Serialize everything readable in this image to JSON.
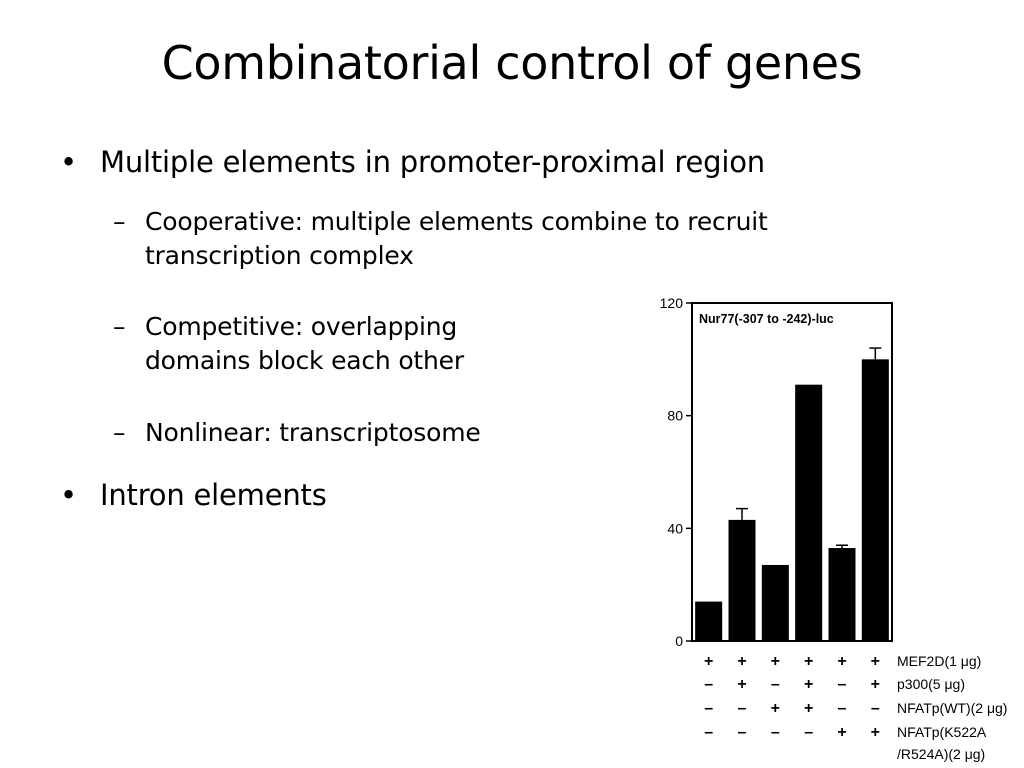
{
  "slide": {
    "title": "Combinatorial control of genes",
    "bullets": [
      {
        "text": "Multiple elements in promoter-proximal region",
        "sub": [
          {
            "lines": [
              "Cooperative: multiple elements combine to recruit",
              "transcription complex"
            ]
          },
          {
            "lines": [
              "Competitive: overlapping",
              "domains block each other"
            ]
          },
          {
            "lines": [
              "Nonlinear: transcriptosome"
            ]
          }
        ]
      },
      {
        "text": "Intron elements",
        "sub": []
      }
    ],
    "bullet_glyph": "•",
    "dash_glyph": "–"
  },
  "chart_data": {
    "type": "bar",
    "title": "Nur77(-307 to -242)-luc",
    "ylim": [
      0,
      120
    ],
    "yticks": [
      0,
      40,
      80,
      120
    ],
    "values": [
      14,
      43,
      27,
      91,
      33,
      100
    ],
    "errors": [
      0,
      4,
      0,
      0,
      1,
      4
    ],
    "bar_color": "#000000",
    "grid": false,
    "conditions": [
      {
        "label": "MEF2D(1 μg)",
        "signs": [
          "+",
          "+",
          "+",
          "+",
          "+",
          "+"
        ]
      },
      {
        "label": "p300(5 μg)",
        "signs": [
          "–",
          "+",
          "–",
          "+",
          "–",
          "+"
        ]
      },
      {
        "label": "NFATp(WT)(2 μg)",
        "signs": [
          "–",
          "–",
          "+",
          "+",
          "–",
          "–"
        ]
      },
      {
        "label": [
          "NFATp(K522A",
          "/R524A)(2 μg)"
        ],
        "signs": [
          "–",
          "–",
          "–",
          "–",
          "+",
          "+"
        ]
      }
    ]
  }
}
